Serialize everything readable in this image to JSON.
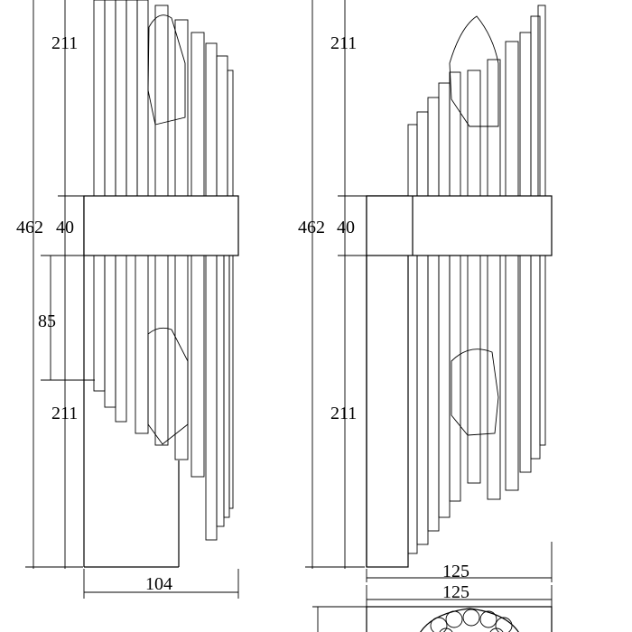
{
  "drawing": {
    "side_view": {
      "dim_height_total": "462",
      "dim_top_section": "211",
      "dim_band": "40",
      "dim_offset": "85",
      "dim_bottom_section": "211",
      "dim_width": "104"
    },
    "front_view": {
      "dim_height_total": "462",
      "dim_top_section": "211",
      "dim_band": "40",
      "dim_bottom_section": "211",
      "dim_width": "125"
    },
    "top_view": {
      "dim_width": "125"
    }
  }
}
